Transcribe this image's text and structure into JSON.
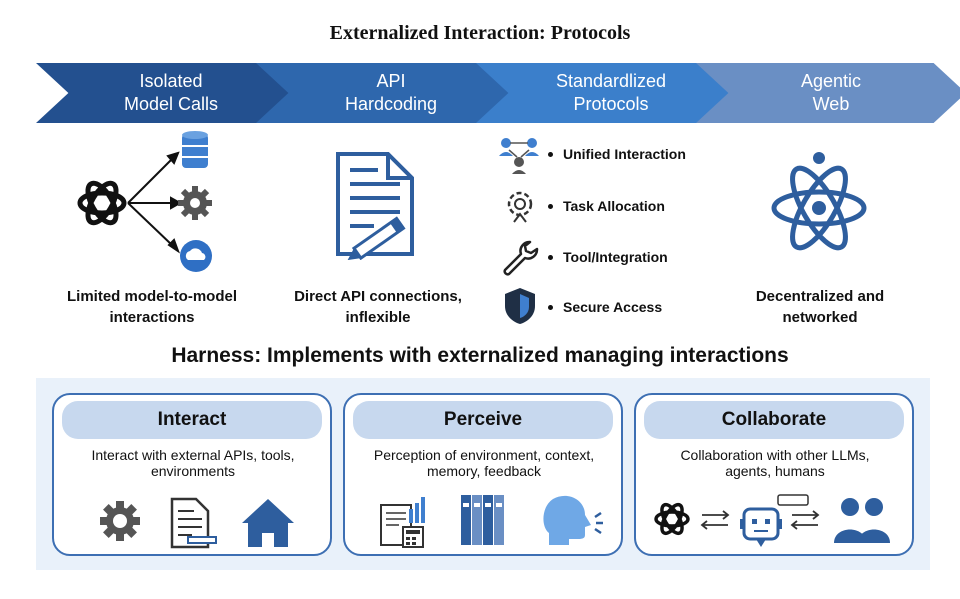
{
  "title": "Externalized Interaction: Protocols",
  "stages": [
    {
      "line1": "Isolated",
      "line2": "Model Calls",
      "color": "#23508f"
    },
    {
      "line1": "API",
      "line2": "Hardcoding",
      "color": "#2e67ad"
    },
    {
      "line1": "Standardlized",
      "line2": "Protocols",
      "color": "#3b7fcb"
    },
    {
      "line1": "Agentic",
      "line2": "Web",
      "color": "#6a8fc4"
    }
  ],
  "captions": {
    "isolated": {
      "line1": "Limited model-to-model",
      "line2": "interactions"
    },
    "api": {
      "line1": "Direct API connections,",
      "line2": "inflexible"
    },
    "agentic": {
      "line1": "Decentralized and",
      "line2": "networked"
    }
  },
  "protocol_features": [
    "Unified Interaction",
    "Task Allocation",
    "Tool/Integration",
    "Secure Access"
  ],
  "harness_title": "Harness: Implements with externalized managing interactions",
  "cards": [
    {
      "title": "Interact",
      "desc1": "Interact with external APIs, tools,",
      "desc2": "environments"
    },
    {
      "title": "Perceive",
      "desc1": "Perception of environment, context,",
      "desc2": "memory, feedback"
    },
    {
      "title": "Collaborate",
      "desc1": "Collaboration with other LLMs,",
      "desc2": "agents, humans"
    }
  ],
  "colors": {
    "accent": "#2e5e9e",
    "icon_gray": "#555555",
    "card_border": "#3d6fb3"
  }
}
